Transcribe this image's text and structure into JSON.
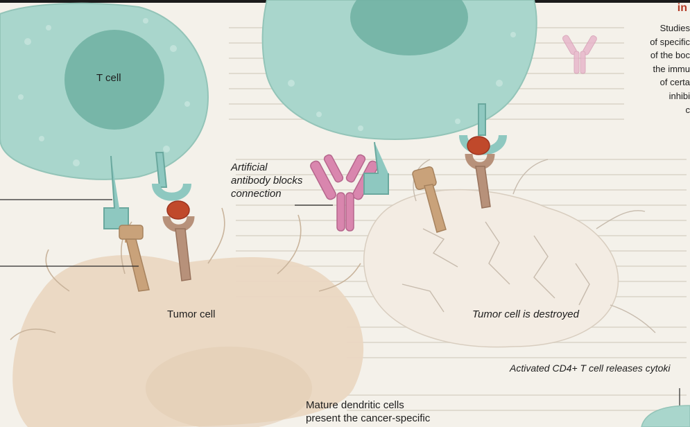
{
  "labels": {
    "t_cell": "T cell",
    "artificial_antibody": [
      "Artificial",
      "antibody blocks",
      "connection"
    ],
    "tumor_cell": "Tumor cell",
    "tumor_destroyed": "Tumor cell is destroyed",
    "cd4_caption": "Activated CD4+ T cell releases cytoki",
    "dendritic_caption": [
      "Mature dendritic cells",
      "present the cancer-specific"
    ]
  },
  "side_panel": {
    "heading": "in",
    "lines": [
      "Studies",
      "of specific",
      "of the boc",
      "the immu",
      "of certa",
      "inhibi",
      "c"
    ]
  },
  "colors": {
    "t_cell": "#a9d6cc",
    "t_cell_nucleus": "#6fb0a1",
    "tumor_cell": "#ecdcc8",
    "receptor_teal": "#8ec8c0",
    "tan_receptor": "#c9a27a",
    "red_antigen": "#c0492b",
    "antibody_pink": "#d986ae",
    "heading_red": "#b23a26"
  }
}
